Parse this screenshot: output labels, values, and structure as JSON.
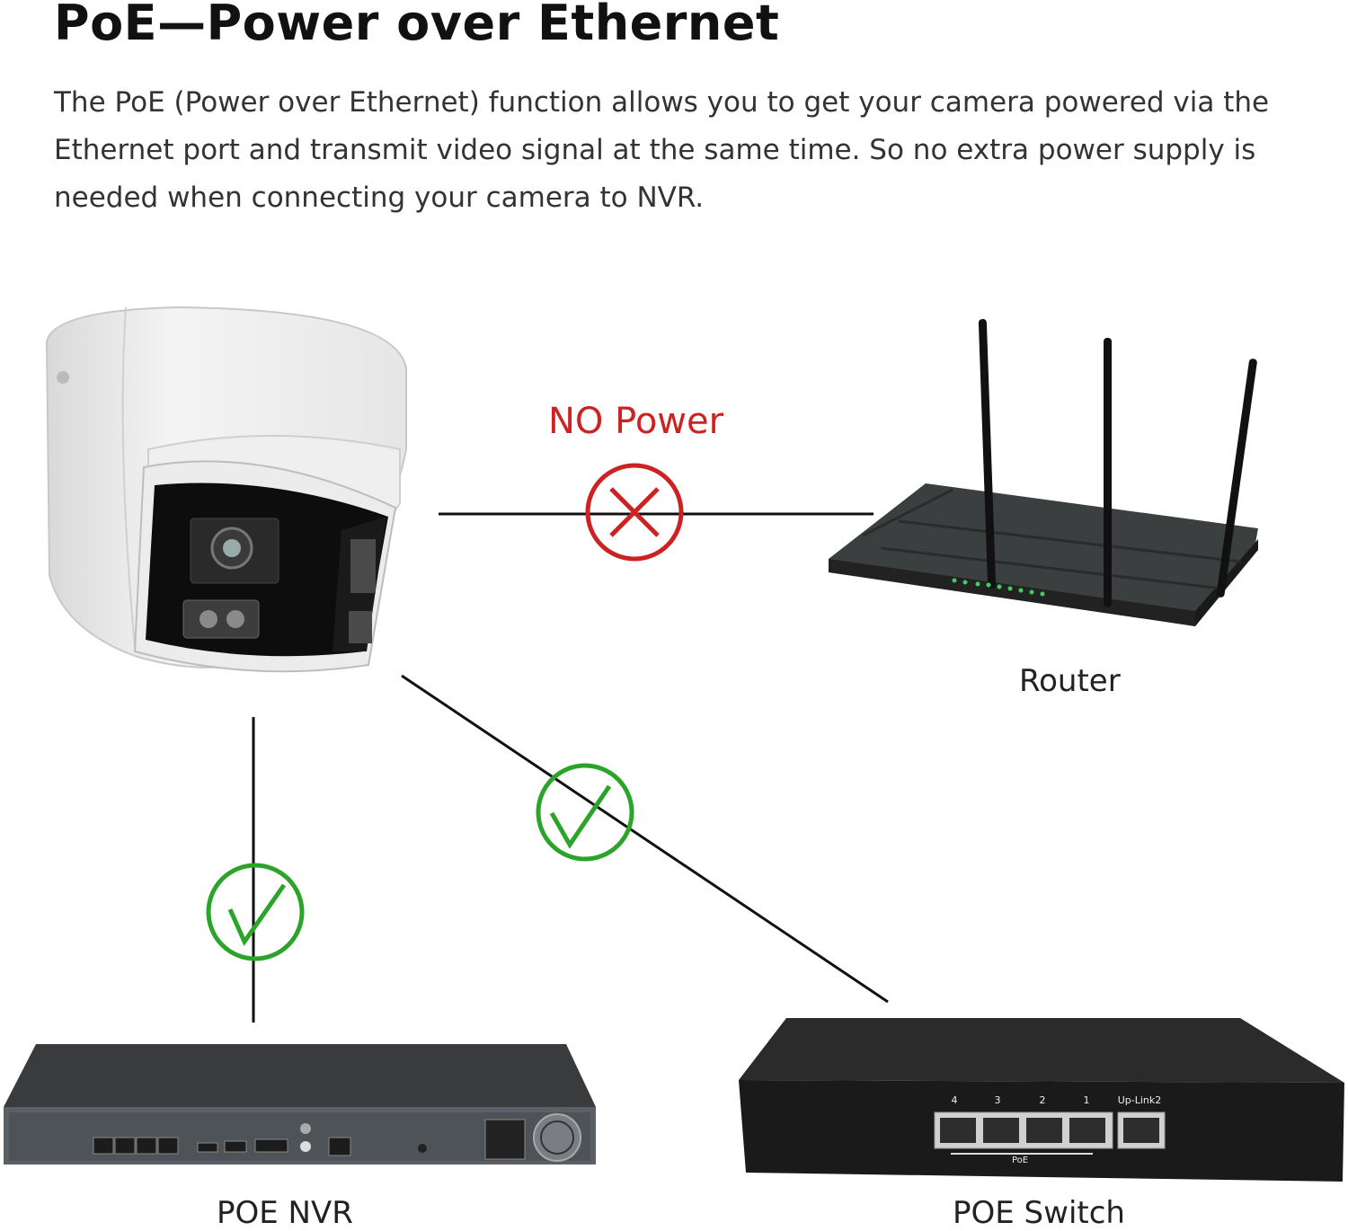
{
  "title": "PoE—Power over Ethernet",
  "description": "The PoE (Power over Ethernet) function allows you to get your camera powered via the Ethernet port and transmit video signal at the same time. So no extra power supply is needed when connecting your camera to NVR.",
  "connections": {
    "router": {
      "label": "NO Power",
      "status": "not-supported",
      "icon": "cross-icon",
      "color": "#cc2222"
    },
    "nvr": {
      "status": "supported",
      "icon": "check-icon",
      "color": "#2aa52a"
    },
    "switch": {
      "status": "supported",
      "icon": "check-icon",
      "color": "#2aa52a"
    }
  },
  "devices": {
    "camera": {
      "icon": "dome-camera-icon"
    },
    "router": {
      "label": "Router",
      "icon": "router-icon"
    },
    "nvr": {
      "label": "POE NVR",
      "icon": "nvr-icon"
    },
    "switch": {
      "label": "POE Switch",
      "icon": "poe-switch-icon",
      "port_labels": [
        "4",
        "3",
        "2",
        "1",
        "Up-Link2"
      ],
      "poe_label": "PoE"
    }
  }
}
